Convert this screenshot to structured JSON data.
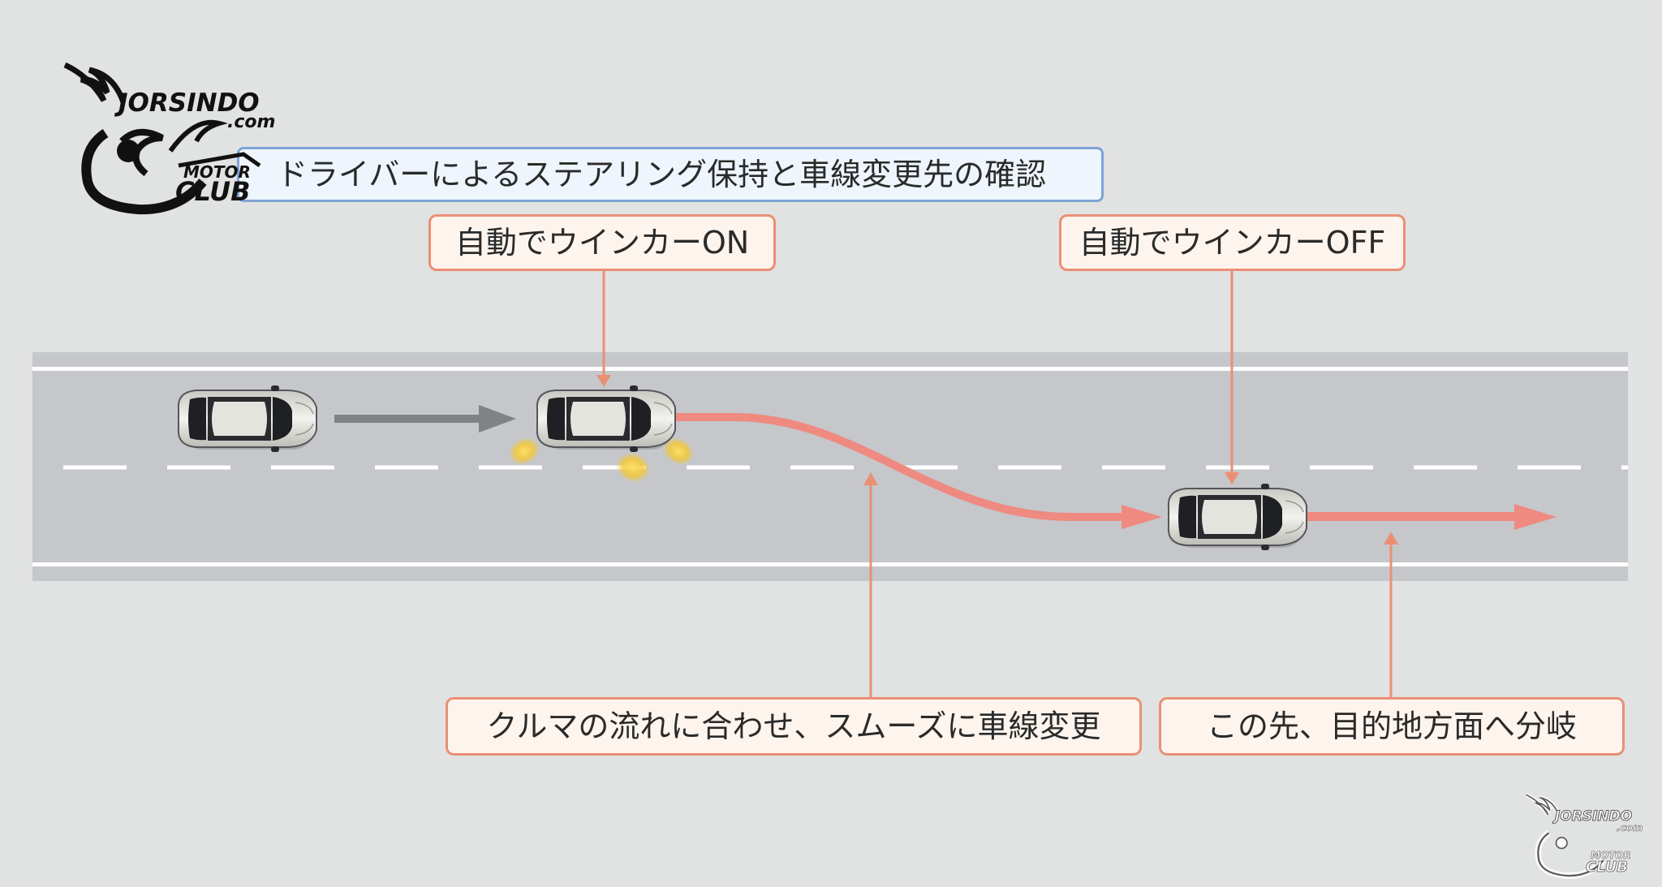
{
  "labels": {
    "steering": "ドライバーによるステアリング保持と車線変更先の確認",
    "blinker_on": "自動でウインカーON",
    "blinker_off": "自動でウインカーOFF",
    "lane_change": "クルマの流れに合わせ、スムーズに車線変更",
    "branch": "この先、目的地方面へ分岐"
  },
  "logo": {
    "name": "JORSINDO",
    "domain": ".com",
    "line1": "MOTOR",
    "line2": "CLUB"
  },
  "colors": {
    "background": "#e1e2e2",
    "road": "#c5c7cb",
    "lane_marking": "#ffffff",
    "path": "#ee8a80",
    "callout_border": "#eb8f74",
    "callout_fill": "#fef4ee",
    "info_border": "#7ea4d3",
    "info_fill": "#eef5fc",
    "motion_arrow": "#808285",
    "blinker": "#f6c72a",
    "car_body": "#dcdcd6"
  }
}
